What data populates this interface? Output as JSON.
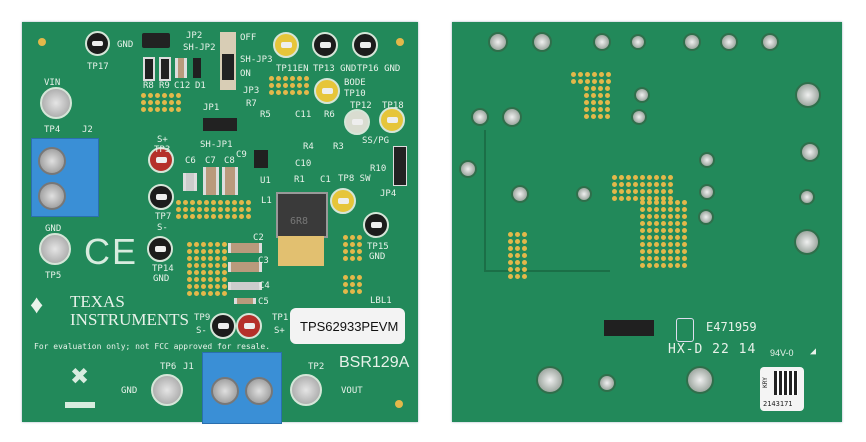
{
  "front": {
    "labels": {
      "tp17": "TP17",
      "gnd_tp17": "GND",
      "jp2": "JP2",
      "sh_jp2": "SH-JP2",
      "r8": "R8",
      "r9": "R9",
      "c12": "C12",
      "d1": "D1",
      "off": "OFF",
      "sh_jp3": "SH-JP3",
      "on": "ON",
      "jp3": "JP3",
      "tp11": "TP11EN",
      "tp13": "TP13 GND",
      "tp16": "TP16 GND",
      "bode": "BODE",
      "tp10": "TP10",
      "tp12": "TP12",
      "tp18": "TP18",
      "sspg": "SS/PG",
      "vin": "VIN",
      "tp4": "TP4",
      "j2": "J2",
      "splus1": "S+",
      "tp3": "TP3",
      "tp7": "TP7",
      "sminus1": "S-",
      "c6": "C6",
      "c7": "C7",
      "c8": "C8",
      "c9": "C9",
      "u1": "U1",
      "r7": "R7",
      "jp1": "JP1",
      "sh_jp1": "SH-JP1",
      "r5": "R5",
      "c11": "C11",
      "r6": "R6",
      "r4": "R4",
      "r3": "R3",
      "c10": "C10",
      "r1": "R1",
      "c1": "C1",
      "r10": "R10",
      "jp4": "JP4",
      "tp8": "TP8 SW",
      "l1": "L1",
      "tp15": "TP15",
      "gnd_tp15": "GND",
      "gnd_tp5": "GND",
      "tp5": "TP5",
      "tp14": "TP14",
      "gnd_tp14": "GND",
      "c2": "C2",
      "c3": "C3",
      "c4": "C4",
      "c5": "C5",
      "tp9": "TP9",
      "sminus2": "S-",
      "tp1": "TP1",
      "splus2": "S+",
      "lbl1": "LBL1",
      "disclaimer": "For evaluation only; not FCC approved for resale.",
      "bsr": "BSR129A",
      "tp6": "TP6",
      "gnd_tp6": "GND",
      "j1": "J1",
      "tp2": "TP2",
      "vout": "VOUT",
      "ce": "CE",
      "inductor_mark": "6R8"
    },
    "logo_line1": "TEXAS",
    "logo_line2": "INSTRUMENTS",
    "product_label": "TPS62933PEVM"
  },
  "back": {
    "ul_number": "E471959",
    "date_code": "HX-D 22 14",
    "flammability": "94V-0",
    "qr_prefix": "KRY",
    "serial": "2143171"
  },
  "colors": {
    "board": "#22895a",
    "terminal": "#3a8fd6"
  }
}
